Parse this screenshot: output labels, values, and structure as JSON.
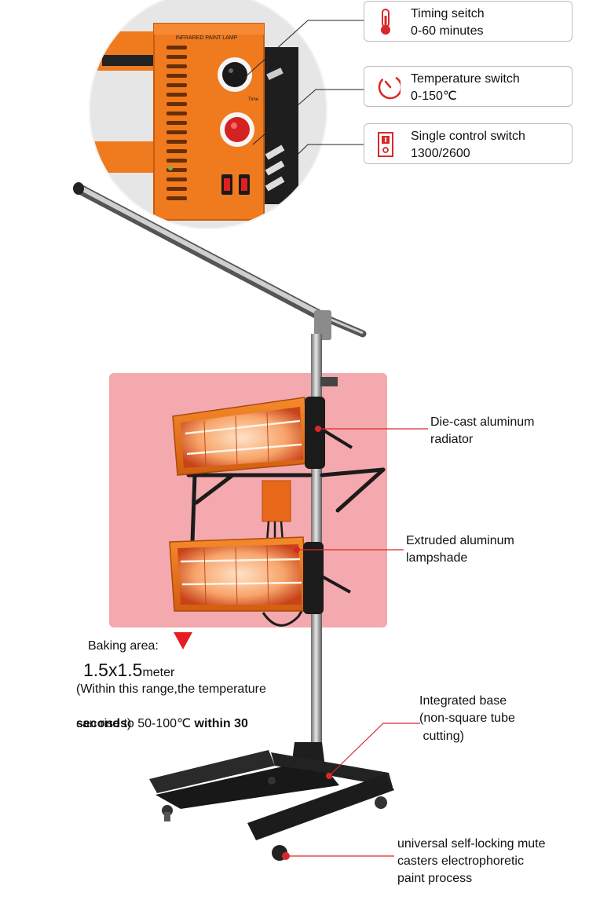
{
  "callouts": [
    {
      "icon": "thermometer-icon",
      "line1": "Timing seitch",
      "line2": "0-60 minutes"
    },
    {
      "icon": "gauge-icon",
      "line1": "Temperature switch",
      "line2": "0-150℃"
    },
    {
      "icon": "power-switch-icon",
      "line1": "Single control switch",
      "line2": "1300/2600"
    }
  ],
  "control_box": {
    "title": "INFRARED PAINT LAMP",
    "dial_label": "Time"
  },
  "labels": {
    "radiator": [
      "Die-cast aluminum",
      "radiator"
    ],
    "lampshade": [
      "Extruded aluminum",
      "lampshade"
    ],
    "base": [
      "Integrated base",
      "(non-square tube",
      " cutting)"
    ],
    "casters": [
      "universal self-locking mute",
      "casters electrophoretic",
      "paint process"
    ]
  },
  "baking": {
    "title": "Baking area:",
    "size": "1.5x1.5",
    "unit": "meter",
    "note1": "(Within this range,the temperature",
    "note2_a": "can rise to 50-100℃",
    "note2_b": " within 30",
    "note3_a": "seconds",
    "note3_b": ")"
  },
  "colors": {
    "accent_red": "#d9282a",
    "orange": "#f07a1e",
    "pink_panel": "#f4a9ae"
  }
}
